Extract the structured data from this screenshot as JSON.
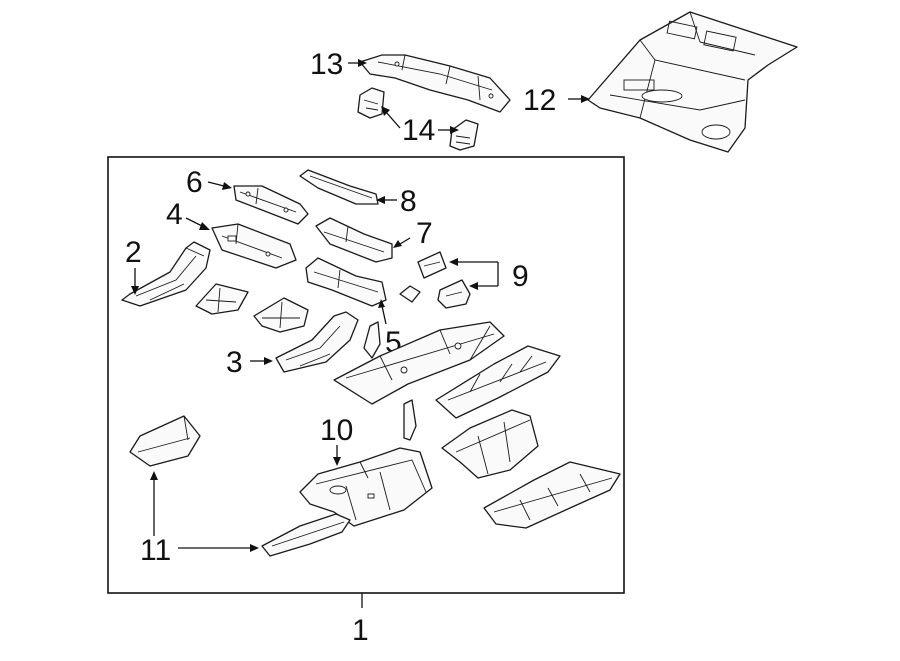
{
  "diagram": {
    "frame_label": "1",
    "callouts": {
      "c2": "2",
      "c3": "3",
      "c4": "4",
      "c5": "5",
      "c6": "6",
      "c7": "7",
      "c8": "8",
      "c9": "9",
      "c10": "10",
      "c11": "11",
      "c12": "12",
      "c13": "13",
      "c14": "14"
    }
  }
}
